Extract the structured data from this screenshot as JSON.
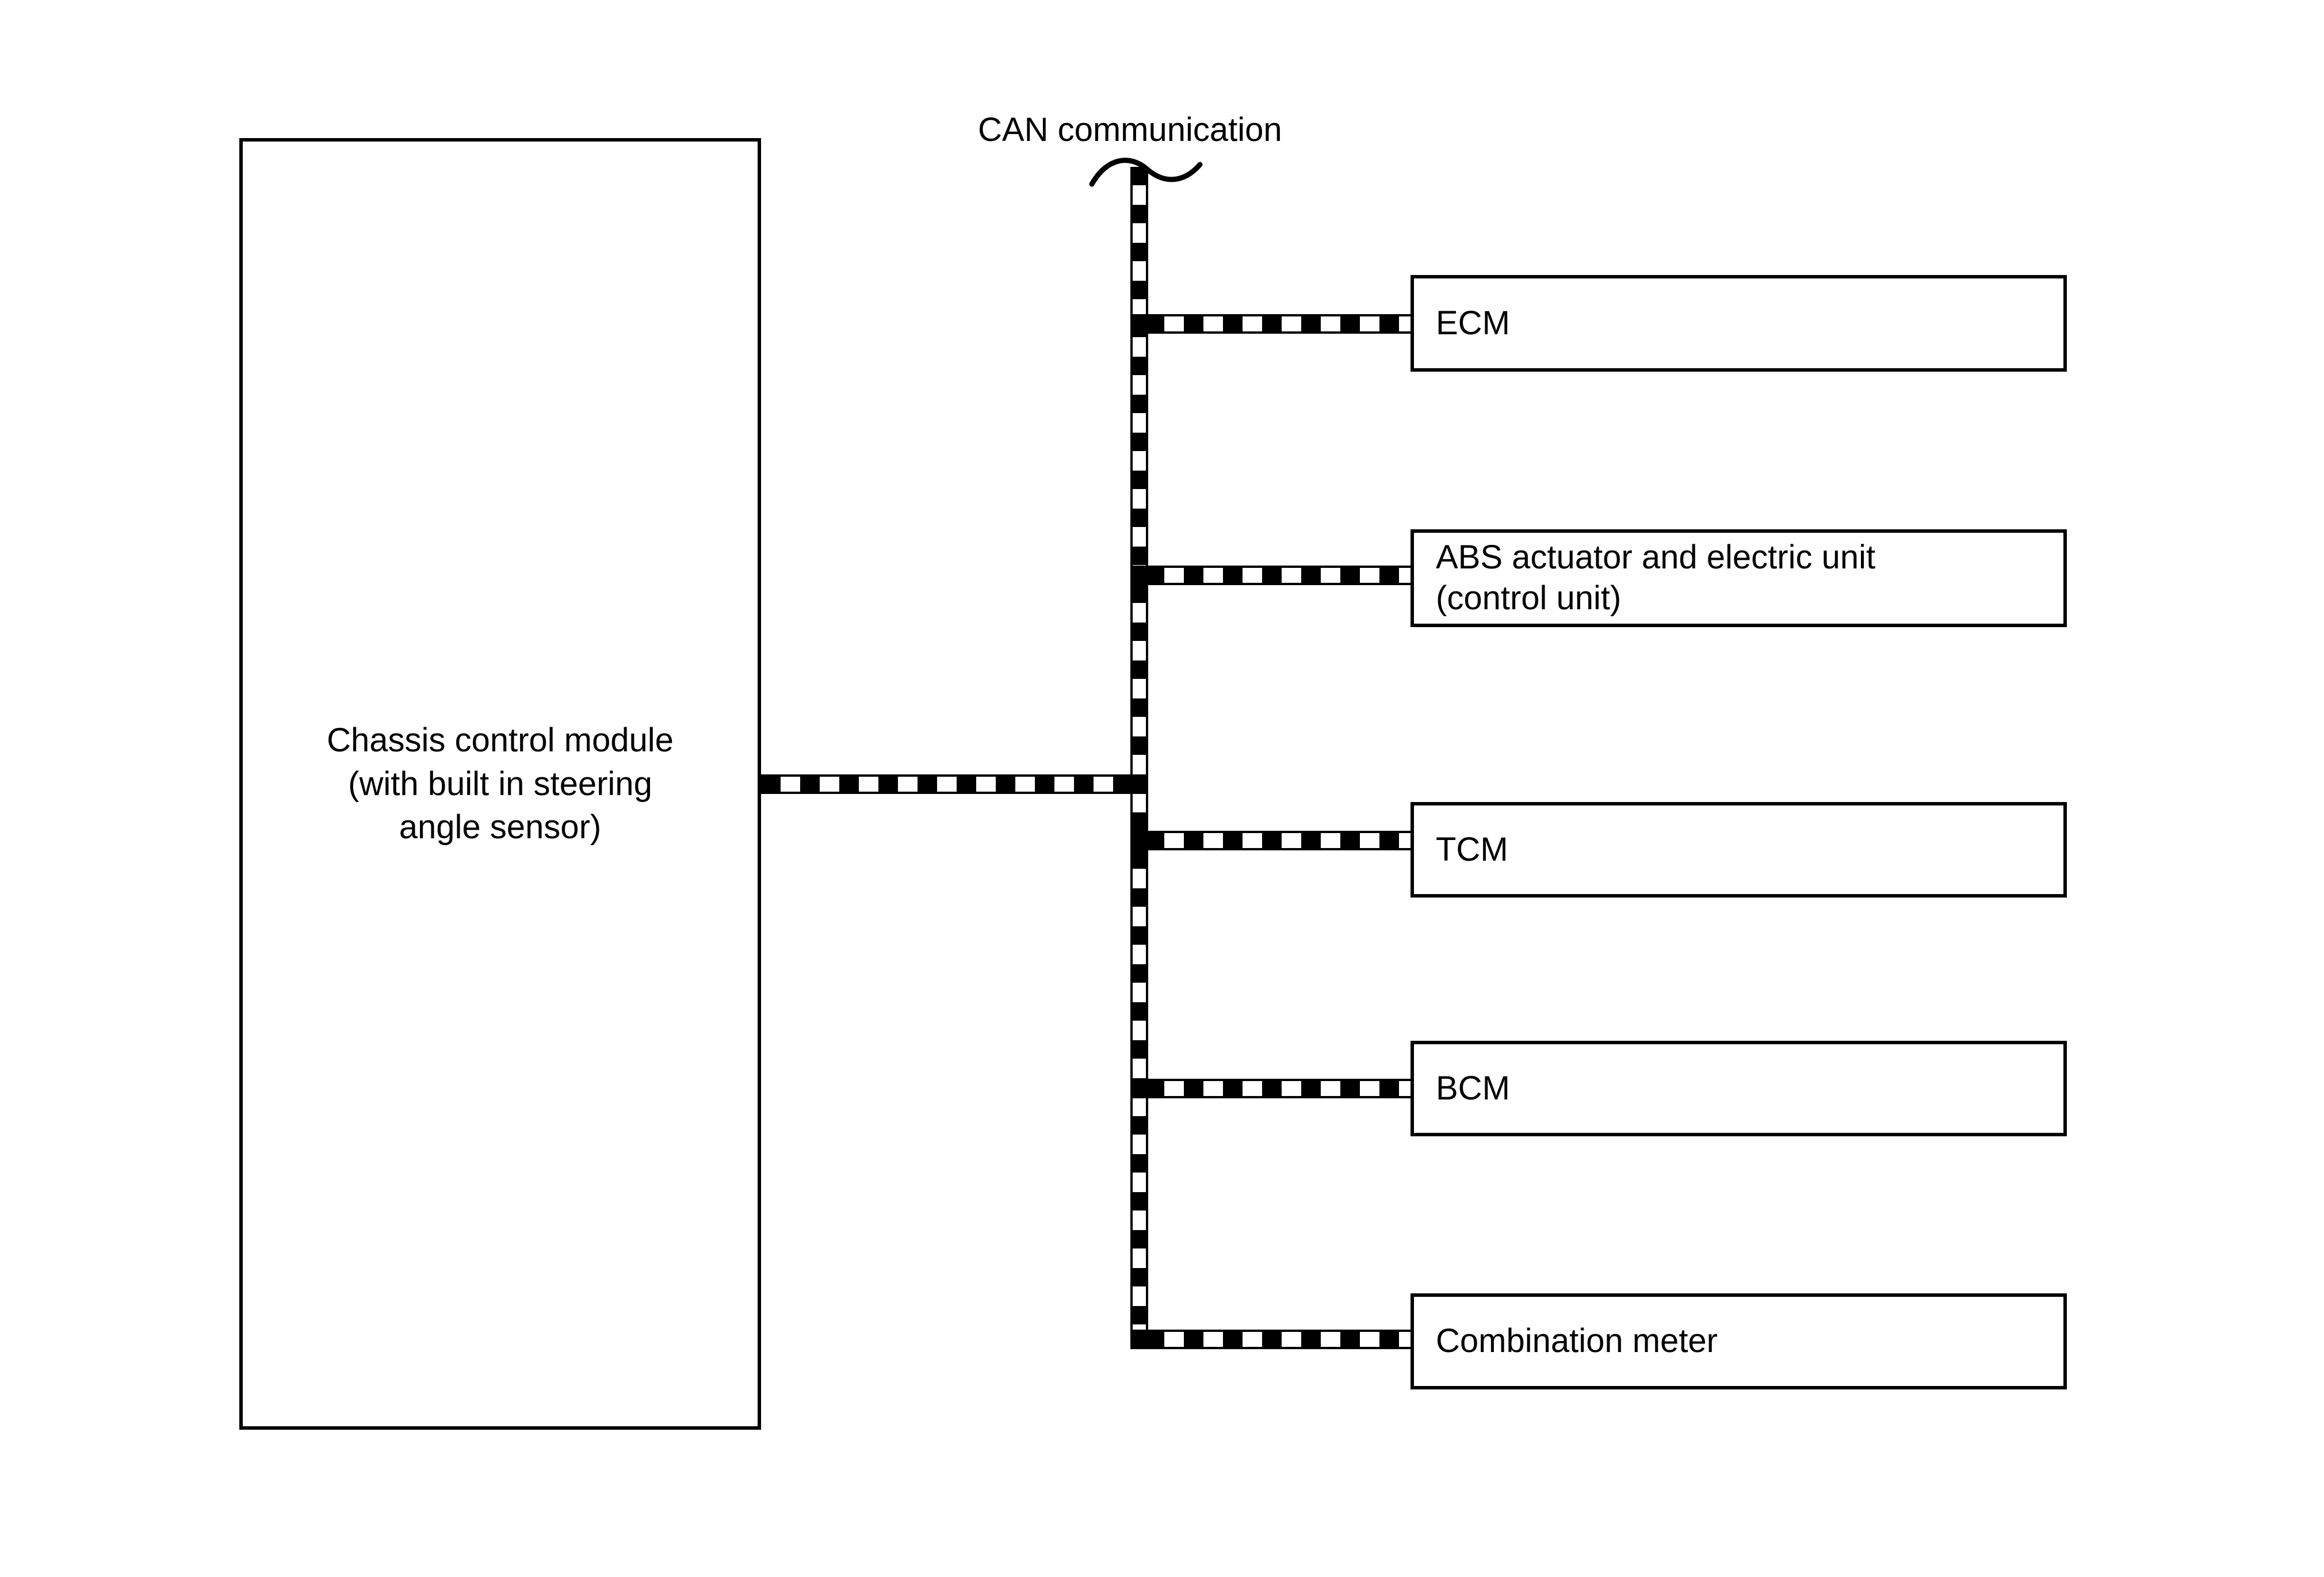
{
  "diagram": {
    "title_label": "CAN communication",
    "bus_icon": "can-bus-dashed-line",
    "wave_icon": "tilde-wave-icon",
    "colors": {
      "line": "#000000",
      "background": "#ffffff",
      "box_fill": "#ffffff"
    }
  },
  "source_node": {
    "label": "Chassis control module\n(with built in steering\nangle sensor)",
    "line1": "Chassis control module",
    "line2": "(with built in steering",
    "line3": "angle sensor)"
  },
  "nodes": [
    {
      "id": "ecm",
      "label": "ECM"
    },
    {
      "id": "abs",
      "label": "ABS actuator and electric unit\n(control unit)"
    },
    {
      "id": "tcm",
      "label": "TCM"
    },
    {
      "id": "bcm",
      "label": "BCM"
    },
    {
      "id": "combination_meter",
      "label": "Combination meter"
    }
  ]
}
